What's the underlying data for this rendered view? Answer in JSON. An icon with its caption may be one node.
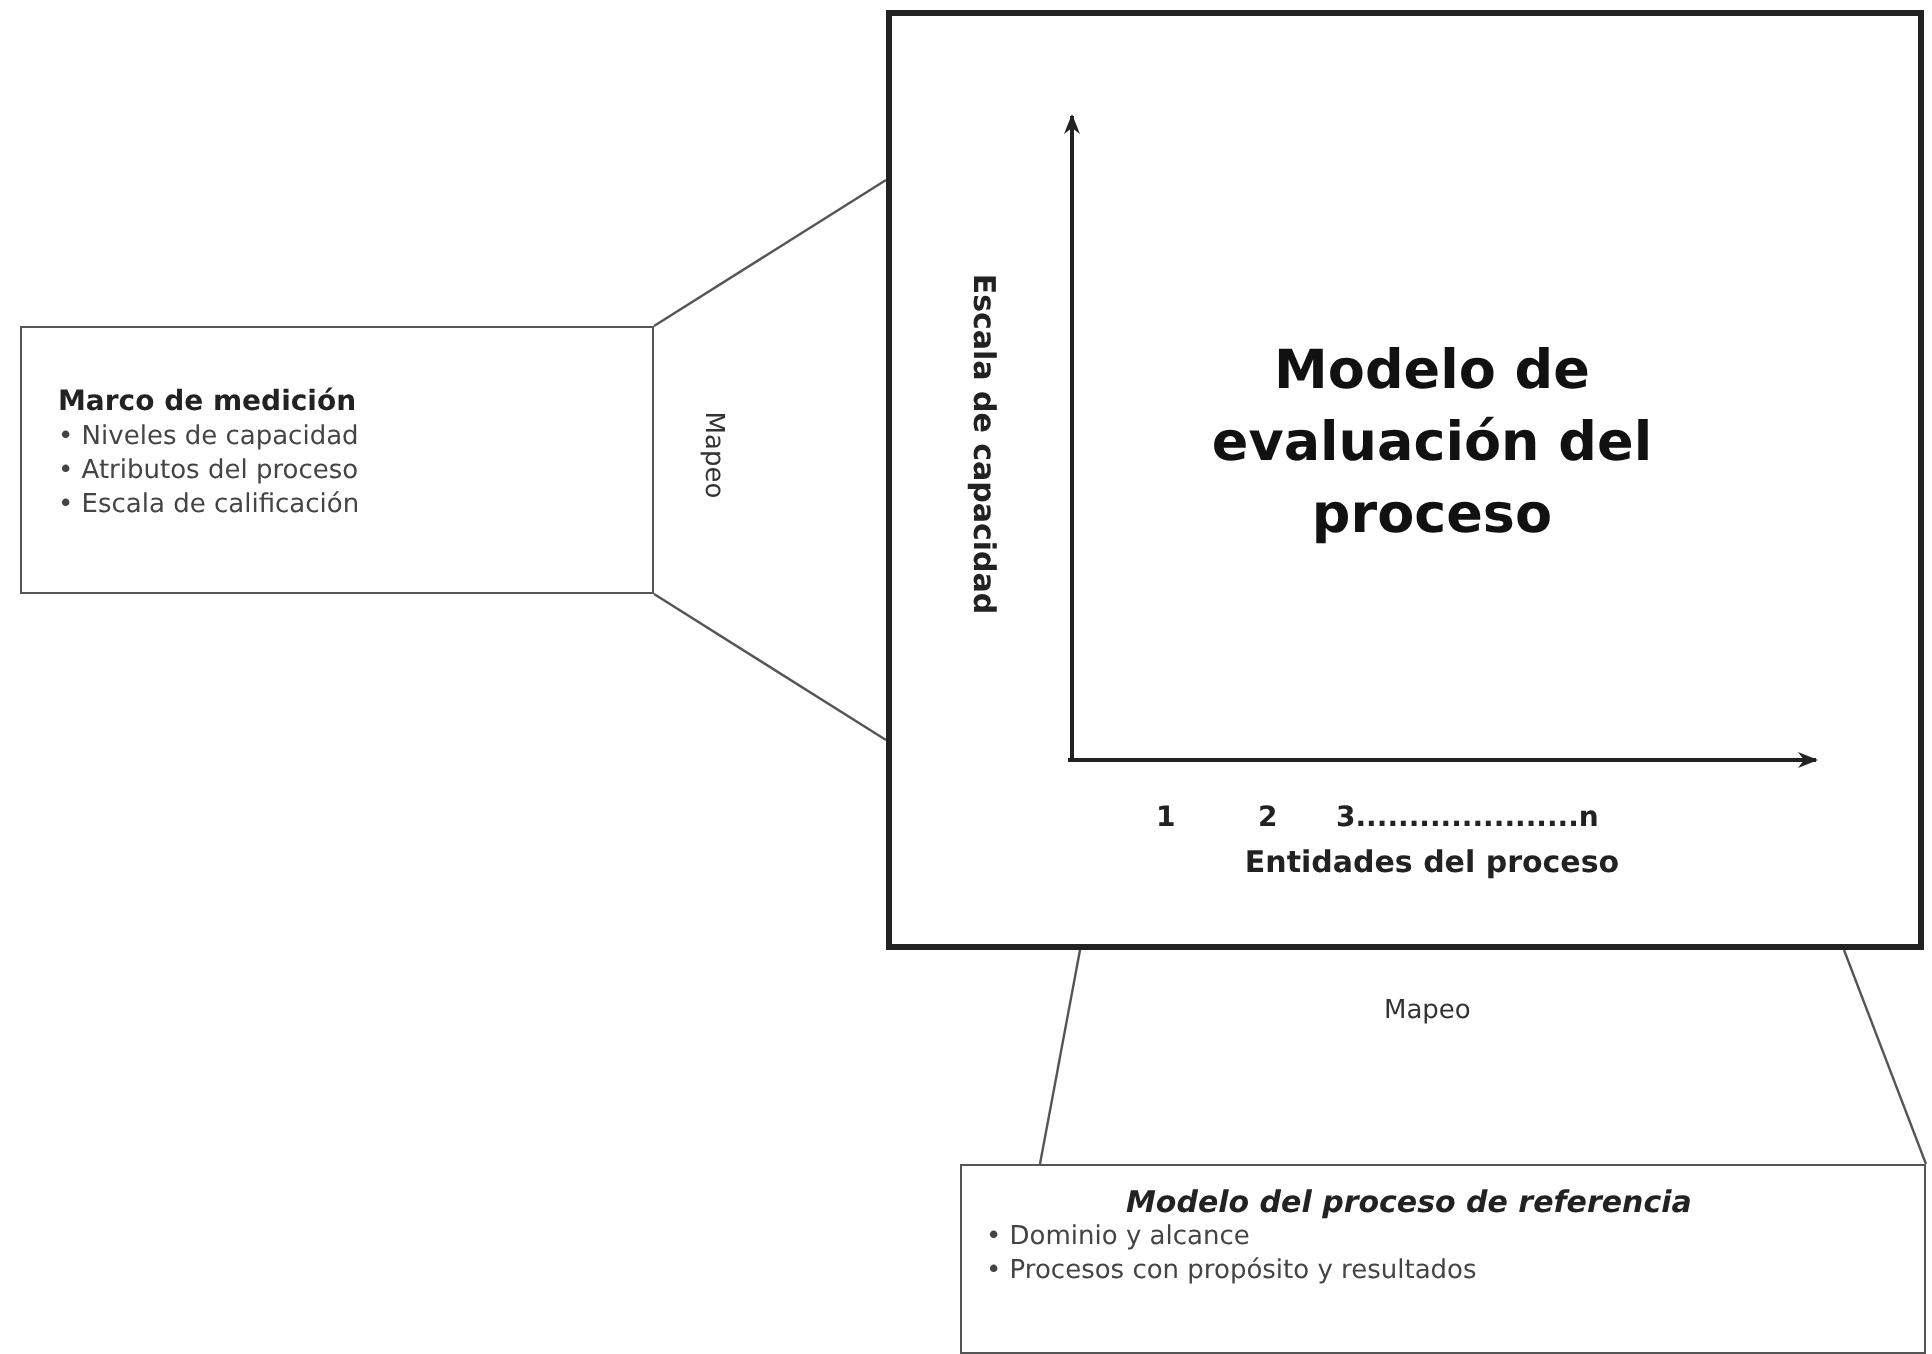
{
  "diagram": {
    "nodes": [
      {
        "text": [
          "Modelo de evaluación del proceso",
          "Escala de capacidad",
          "1",
          "2",
          "3.....................n",
          "Entidades del proceso"
        ]
      },
      {
        "text": [
          "Marco de medición",
          "• Niveles de capacidad",
          "• Atributos del proceso",
          "• Escala de calificación"
        ]
      },
      {
        "text": [
          "Modelo del proceso de referencia",
          "• Dominio y alcance",
          "• Procesos con propósito y resultados"
        ]
      }
    ],
    "edges": [
      {
        "from": 1,
        "to": 0,
        "arrow": "none"
      },
      {
        "from": 1,
        "to": 0,
        "arrow": "none"
      },
      {
        "from": 2,
        "to": 0,
        "arrow": "none"
      },
      {
        "from": 2,
        "to": 0,
        "arrow": "none"
      }
    ],
    "labels": [
      "Mapeo",
      "Mapeo"
    ]
  }
}
